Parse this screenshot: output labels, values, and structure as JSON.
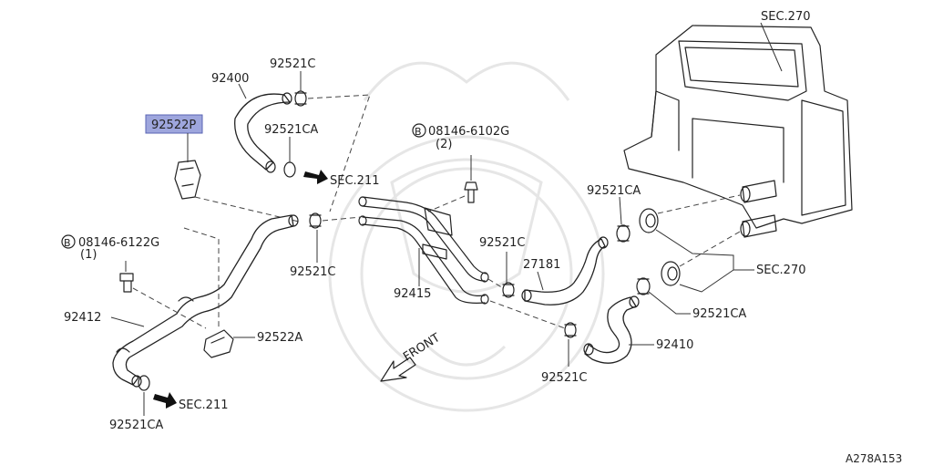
{
  "diagram": {
    "drawing_code": "A278A153",
    "front_label": "FRONT",
    "labels": {
      "sec270_top": "SEC.270",
      "sec270_right": "SEC.270",
      "sec211_top": "SEC.211",
      "sec211_bottom": "SEC.211",
      "p92400": "92400",
      "p92521c_top": "92521C",
      "p92521ca_top": "92521CA",
      "p92522p": "92522P",
      "bolt1_code": "08146-6102G",
      "bolt1_qty": "(2)",
      "bolt2_code": "08146-6122G",
      "bolt2_qty": "(1)",
      "p92521ca_mid": "92521CA",
      "p92521c_mid": "92521C",
      "p92521c_left": "92521C",
      "p27181": "27181",
      "p92415": "92415",
      "p92521ca_right": "92521CA",
      "p92412": "92412",
      "p92522a": "92522A",
      "p92410": "92410",
      "p92521c_bottom": "92521C",
      "p92521ca_bottom": "92521CA"
    },
    "bolt_marker": "B"
  }
}
